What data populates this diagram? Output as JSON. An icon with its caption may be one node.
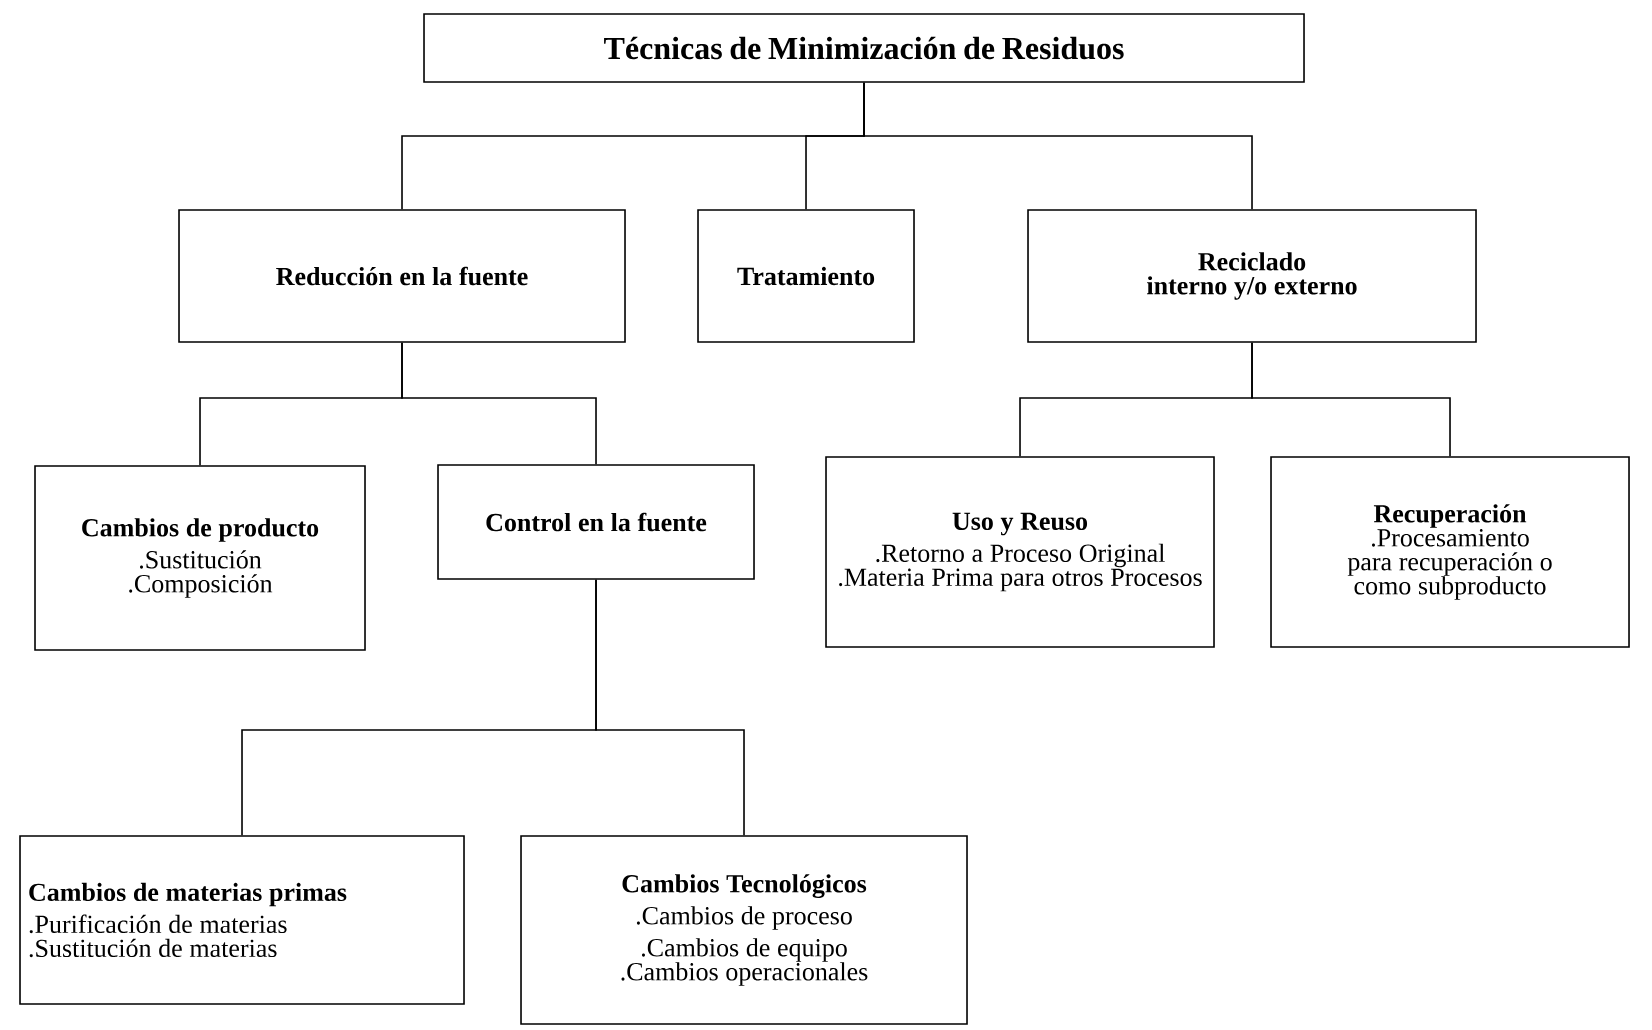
{
  "diagram": {
    "nodes": [
      {
        "text": [
          "Técnicas de Minimización de Residuos"
        ]
      },
      {
        "text": [
          "Reducción en la fuente"
        ]
      },
      {
        "text": [
          "Tratamiento"
        ]
      },
      {
        "text": [
          "Reciclado",
          "interno y/o externo"
        ]
      },
      {
        "text": [
          "Cambios de producto",
          ".Sustitución",
          ".Composición"
        ]
      },
      {
        "text": [
          "Control en la fuente"
        ]
      },
      {
        "text": [
          "Uso y Reuso",
          ".Retorno a Proceso Original",
          ".Materia Prima para otros Procesos"
        ]
      },
      {
        "text": [
          "Recuperación",
          ".Procesamiento para recuperación o como subproducto"
        ]
      },
      {
        "text": [
          "Cambios de materias primas",
          ".Purificación de materias",
          ".Sustitución de materias"
        ]
      },
      {
        "text": [
          "Cambios Tecnológicos",
          ".Cambios de proceso",
          ".Cambios de  equipo",
          ".Cambios operacionales"
        ]
      }
    ],
    "edges": [
      {
        "from": 0,
        "to": 1,
        "arrow": "none"
      },
      {
        "from": 0,
        "to": 2,
        "arrow": "none"
      },
      {
        "from": 0,
        "to": 3,
        "arrow": "none"
      },
      {
        "from": 1,
        "to": 4,
        "arrow": "none"
      },
      {
        "from": 1,
        "to": 5,
        "arrow": "none"
      },
      {
        "from": 3,
        "to": 6,
        "arrow": "none"
      },
      {
        "from": 3,
        "to": 7,
        "arrow": "none"
      },
      {
        "from": 5,
        "to": 8,
        "arrow": "none"
      },
      {
        "from": 5,
        "to": 9,
        "arrow": "none"
      }
    ]
  }
}
